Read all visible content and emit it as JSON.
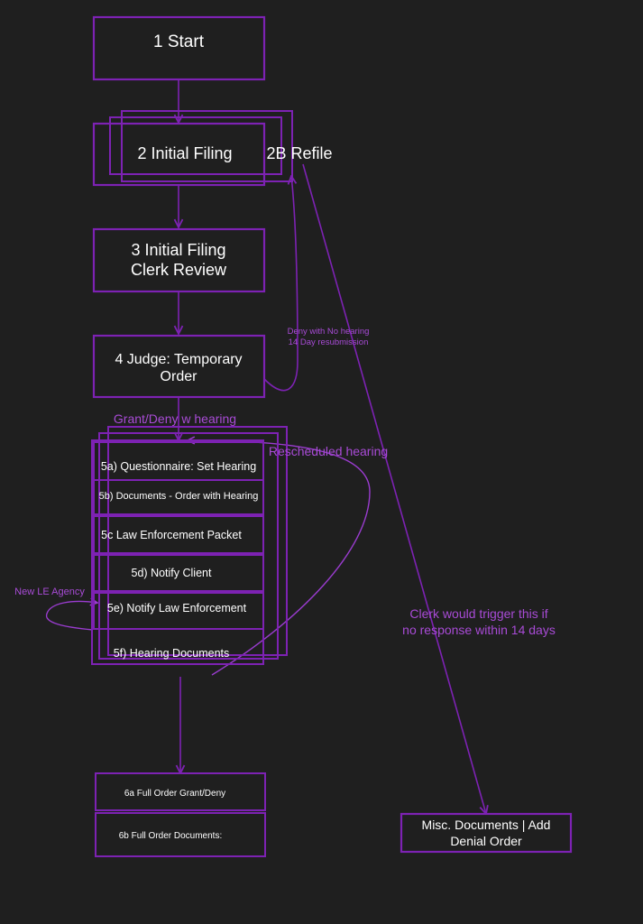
{
  "nodes": {
    "start": "1 Start",
    "initial_filing": "2 Initial Filing",
    "refile": "2B Refile",
    "clerk_review_line1": "3 Initial Filing",
    "clerk_review_line2": "Clerk Review",
    "judge_line1": "4 Judge: Temporary",
    "judge_line2": "Order",
    "step_5a": "5a) Questionnaire: Set Hearing",
    "step_5b": "5b) Documents - Order with Hearing",
    "step_5c": "5c Law Enforcement Packet",
    "step_5d": "5d) Notify Client",
    "step_5e": "5e) Notify Law Enforcement",
    "step_5f": "5f) Hearing Documents",
    "step_6a": "6a Full Order Grant/Deny",
    "step_6b": "6b Full Order Documents:",
    "misc_line1": "Misc. Documents | Add",
    "misc_line2": "Denial Order"
  },
  "edge_labels": {
    "deny_line1": "Deny with No hearing",
    "deny_line2": "14 Day resubmission",
    "grant_deny": "Grant/Deny w hearing",
    "rescheduled": "Rescheduled hearing",
    "new_le_agency": "New LE Agency",
    "clerk_trigger_line1": "Clerk would trigger this  if",
    "clerk_trigger_line2": "no response within 14 days"
  },
  "colors": {
    "background": "#1f1f1f",
    "stroke": "#7d22b3",
    "label": "#a84bd6",
    "text": "#ffffff"
  }
}
